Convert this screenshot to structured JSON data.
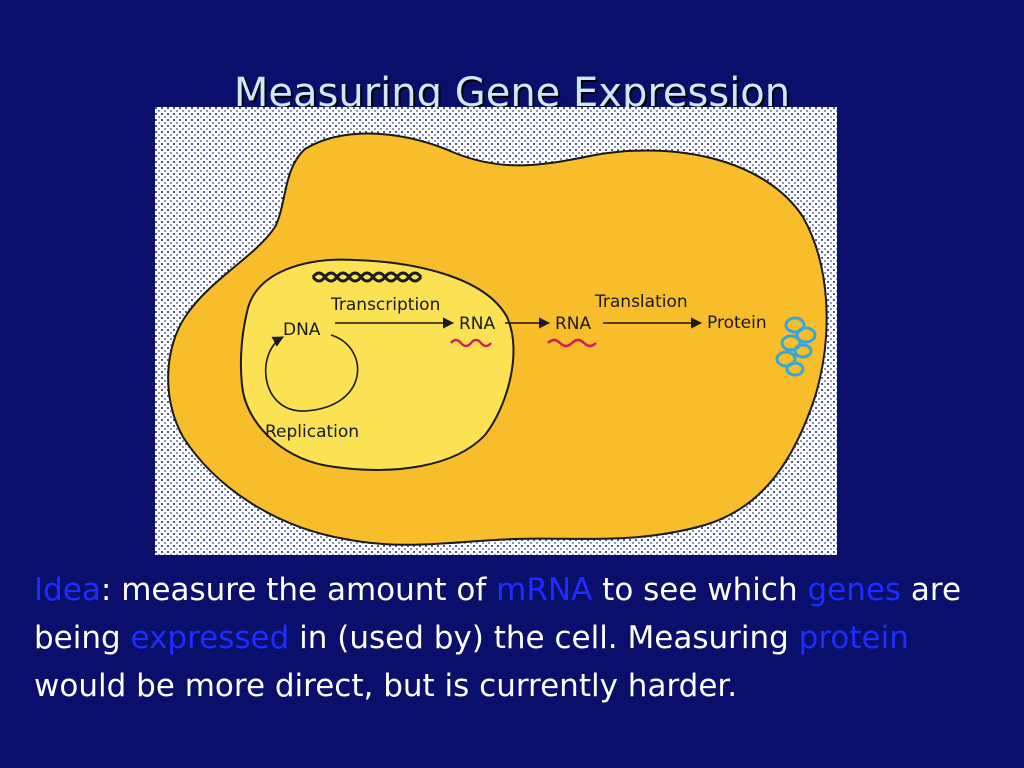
{
  "slide": {
    "title": "Measuring Gene Expression"
  },
  "figure": {
    "labels": {
      "transcription": "Transcription",
      "dna": "DNA",
      "rna_nuclear": "RNA",
      "rna_cytoplasm": "RNA",
      "translation": "Translation",
      "protein": "Protein",
      "replication": "Replication"
    },
    "colors": {
      "cell": "#f7bd2a",
      "nucleus": "#fbe254",
      "outline": "#1a1a1a",
      "rna_strand": "#d0205a",
      "protein": "#3aa6d8"
    }
  },
  "body": {
    "idea": "Idea",
    "t1": ": measure the amount of ",
    "mrna": "mRNA",
    "t2": " to see which ",
    "genes": "genes",
    "t3": " are being ",
    "expressed": "expressed",
    "t4": " in (used by) the cell. Measuring ",
    "protein": "protein",
    "t5": " would be more direct, but is currently harder."
  },
  "colors": {
    "background": "#0a0f6b",
    "title": "#cfe8ff",
    "text": "#ffffff",
    "highlight": "#1e2cff"
  }
}
